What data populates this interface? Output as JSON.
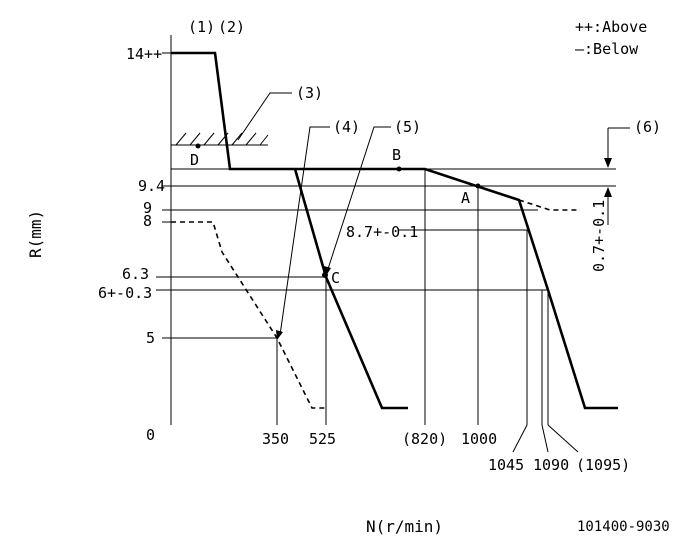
{
  "legend": {
    "above": "++:Above",
    "below": "—:Below"
  },
  "callouts": {
    "c1": "(1)",
    "c2": "(2)",
    "c3": "(3)",
    "c4": "(4)",
    "c5": "(5)",
    "c6": "(6)"
  },
  "points": {
    "A": "A",
    "B": "B",
    "C": "C",
    "D": "D"
  },
  "y_axis": {
    "label": "R(mm)",
    "ticks": [
      "14++",
      "9.4",
      "9",
      "8",
      "8.7+-0.1",
      "6.3",
      "6+-0.3",
      "5",
      "0"
    ]
  },
  "x_axis": {
    "label": "N(r/min)",
    "ticks": [
      "350",
      "525",
      "(820)",
      "1000",
      "1045",
      "1090",
      "(1095)"
    ]
  },
  "side_dimension": "0.7+-0.1",
  "figure_id": "101400-9030"
}
